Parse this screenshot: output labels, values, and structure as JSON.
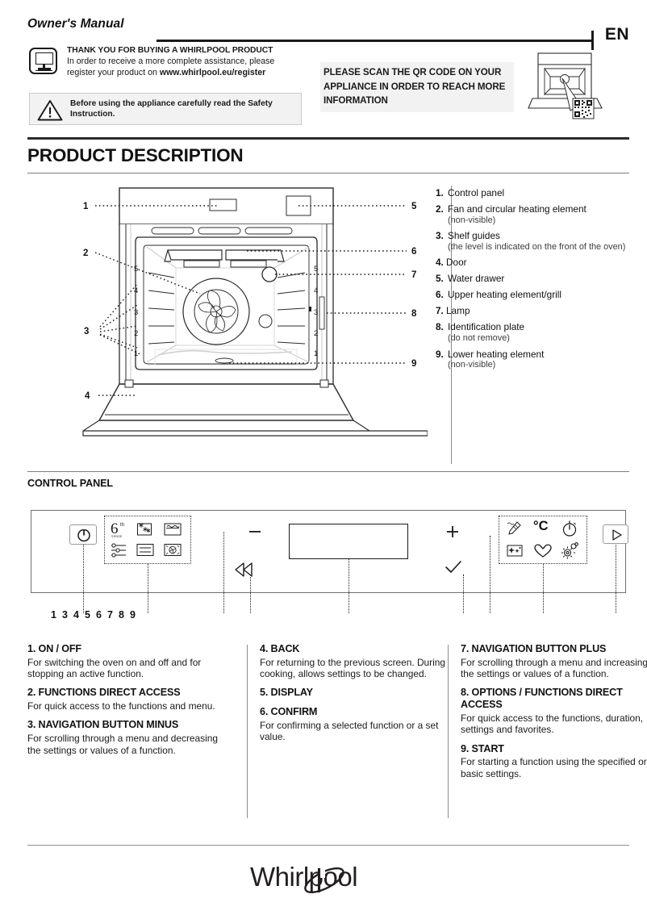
{
  "header": {
    "manual_label": "Owner's Manual",
    "language_code": "EN"
  },
  "register": {
    "icon": "monitor-icon",
    "title": "THANK YOU FOR BUYING A WHIRLPOOL PRODUCT",
    "line1": "In order to receive a more complete assistance, please",
    "line2_prefix": "register your product on ",
    "line2_url": "www.whirlpool.eu/register"
  },
  "safety": {
    "icon": "warning-triangle-icon",
    "text": "Before using the appliance carefully read the Safety Instruction."
  },
  "qr": {
    "text": "PLEASE SCAN THE QR CODE ON YOUR APPLIANCE IN ORDER TO REACH MORE INFORMATION",
    "illustration": "oven-with-qr-code-illustration"
  },
  "sections": {
    "product_description": "PRODUCT DESCRIPTION",
    "control_panel": "CONTROL PANEL"
  },
  "figure": {
    "callouts": [
      "1",
      "2",
      "3",
      "4",
      "5",
      "6",
      "7",
      "8",
      "9"
    ],
    "shelf_levels_left": [
      "5",
      "4",
      "3",
      "2",
      "1"
    ],
    "shelf_levels_right": [
      "5",
      "4",
      "3",
      "2",
      "1"
    ]
  },
  "legend": [
    {
      "num": "1.",
      "text": "Control panel",
      "sub": ""
    },
    {
      "num": "2.",
      "text": "Fan and circular heating element",
      "sub": "(non-visible)"
    },
    {
      "num": "3.",
      "text": "Shelf guides",
      "sub": "(the level is indicated on the front of the oven)"
    },
    {
      "num": "4.",
      "text": "Door",
      "sub": ""
    },
    {
      "num": "5.",
      "text": "Water drawer",
      "sub": ""
    },
    {
      "num": "6.",
      "text": "Upper heating element/grill",
      "sub": ""
    },
    {
      "num": "7.",
      "text": "Lamp",
      "sub": ""
    },
    {
      "num": "8.",
      "text": "Identification plate",
      "sub": "(do not remove)"
    },
    {
      "num": "9.",
      "text": "Lower heating element",
      "sub": "(non-visible)"
    }
  ],
  "control_panel": {
    "numbers": [
      "1",
      "3",
      "4",
      "5",
      "6",
      "7",
      "8",
      "9"
    ],
    "buttons": {
      "power": "power-icon",
      "start": "play-icon",
      "minus": "minus-icon",
      "back": "rewind-icon",
      "plus": "plus-icon",
      "confirm": "checkmark-icon"
    },
    "left_icons": [
      "sixth-sense-icon",
      "defrost-icon",
      "grill-icon",
      "menu-list-icon",
      "conventional-bake-icon",
      "forced-air-icon"
    ],
    "right_icons": [
      "meat-probe-icon",
      "temperature-celsius-icon",
      "timer-icon",
      "clean-sparkle-icon",
      "favorites-heart-icon",
      "settings-gear-icon"
    ],
    "celsius_label": "°C"
  },
  "descriptions": [
    {
      "heading": "1. ON / OFF",
      "body": "For switching the oven on and off and for stopping an active function."
    },
    {
      "heading": "2. FUNCTIONS DIRECT ACCESS",
      "body": "For quick access to the functions and menu."
    },
    {
      "heading": "3. NAVIGATION BUTTON MINUS",
      "body": "For scrolling through a menu and decreasing the settings or values of a function."
    },
    {
      "heading": "4. BACK",
      "body": "For returning to the previous screen. During cooking, allows settings to be changed."
    },
    {
      "heading": "5. DISPLAY",
      "body": ""
    },
    {
      "heading": "6. CONFIRM",
      "body": "For confirming a selected function or a set value."
    },
    {
      "heading": "7. NAVIGATION BUTTON PLUS",
      "body": "For scrolling through a menu and increasing the settings or values of a function."
    },
    {
      "heading": "8. OPTIONS / FUNCTIONS DIRECT ACCESS",
      "body": "For quick access to the functions, duration, settings and favorites."
    },
    {
      "heading": "9. START",
      "body": "For starting a function using the specified or basic settings."
    }
  ],
  "footer": {
    "brand": "Whirlpool"
  }
}
